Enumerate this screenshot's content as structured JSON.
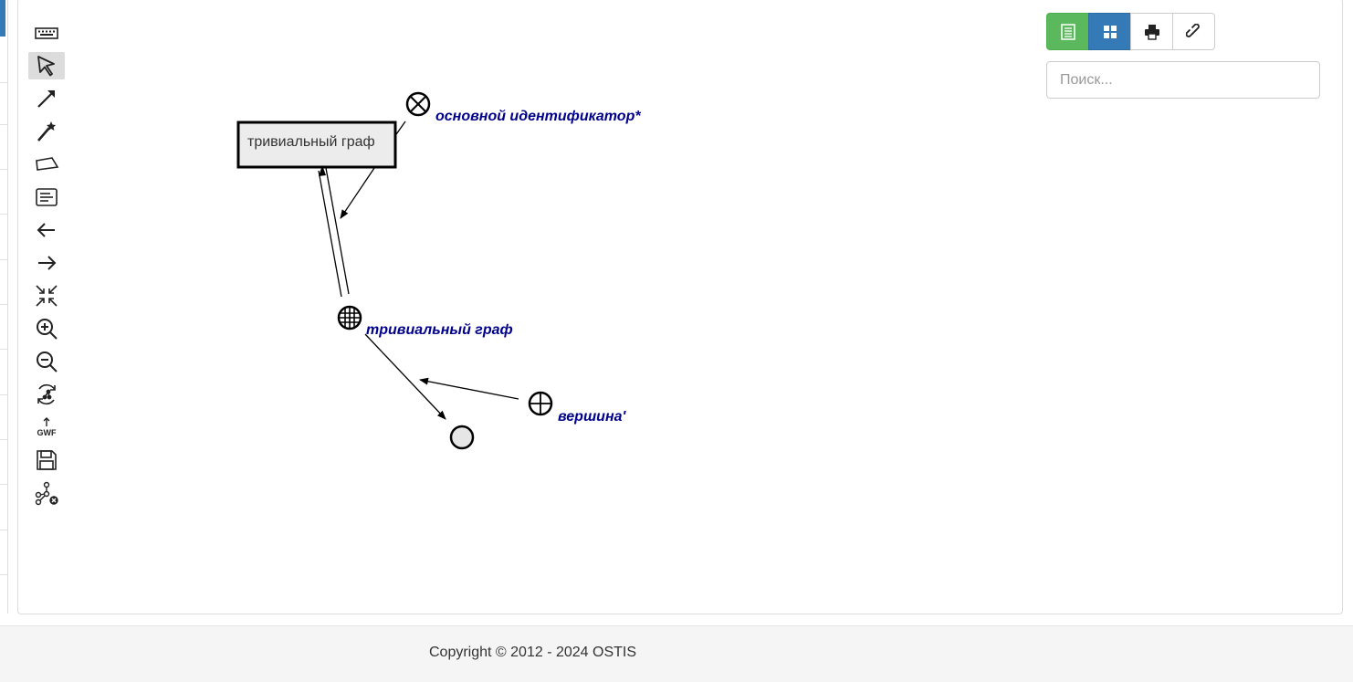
{
  "toolbar": {
    "tools": [
      {
        "name": "keyboard-icon",
        "active": false
      },
      {
        "name": "select-cursor-icon",
        "active": true
      },
      {
        "name": "edge-arrow-icon",
        "active": false
      },
      {
        "name": "magic-wand-icon",
        "active": false
      },
      {
        "name": "contour-icon",
        "active": false
      },
      {
        "name": "link-content-icon",
        "active": false
      },
      {
        "name": "undo-arrow-icon",
        "active": false
      },
      {
        "name": "redo-arrow-icon",
        "active": false
      },
      {
        "name": "collapse-arrows-icon",
        "active": false
      },
      {
        "name": "zoom-in-icon",
        "active": false
      },
      {
        "name": "zoom-out-icon",
        "active": false
      },
      {
        "name": "layout-refresh-icon",
        "active": false
      },
      {
        "name": "gwf-export-icon",
        "active": false
      },
      {
        "name": "save-floppy-icon",
        "active": false
      },
      {
        "name": "graph-clear-icon",
        "active": false
      }
    ],
    "gwf_label": "GWF"
  },
  "view_buttons": [
    {
      "name": "text-view-icon",
      "style": "green"
    },
    {
      "name": "grid-view-icon",
      "style": "blue"
    },
    {
      "name": "print-icon",
      "style": "default"
    },
    {
      "name": "link-icon",
      "style": "default"
    }
  ],
  "search": {
    "placeholder": "Поиск..."
  },
  "graph": {
    "link_box_text": "тривиальный граф",
    "labels": {
      "main_identifier": "основной идентификатор*",
      "trivial_graph": "тривиальный граф",
      "vertex": "вершина'"
    },
    "label_color": "#00008b"
  },
  "footer": {
    "copyright": "Copyright © 2012 - 2024 OSTIS"
  }
}
